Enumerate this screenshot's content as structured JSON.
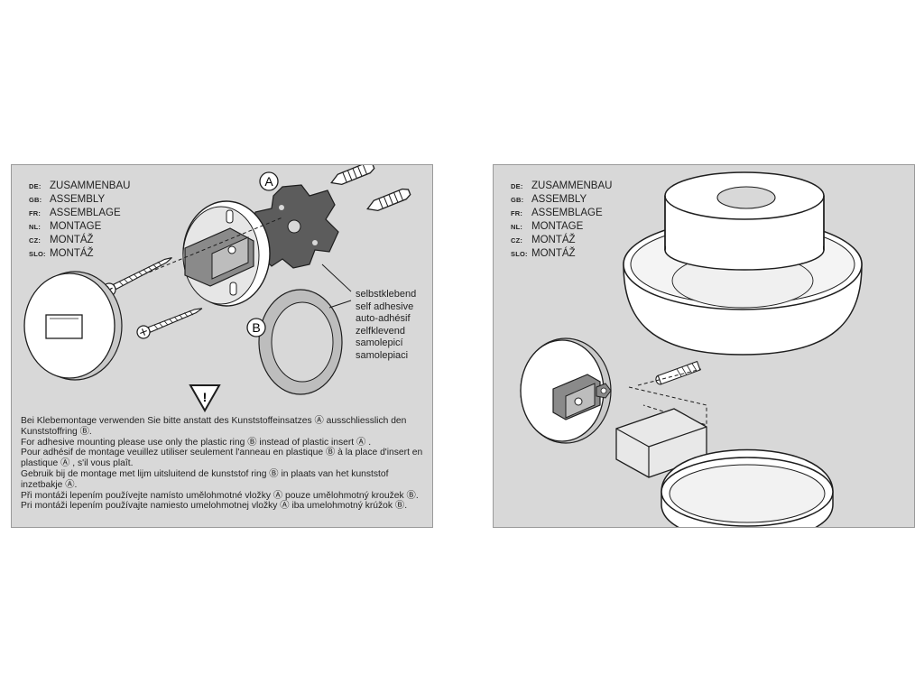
{
  "assembly_labels": [
    {
      "code": "DE:",
      "text": "ZUSAMMENBAU"
    },
    {
      "code": "GB:",
      "text": "ASSEMBLY"
    },
    {
      "code": "FR:",
      "text": "ASSEMBLAGE"
    },
    {
      "code": "NL:",
      "text": "MONTAGE"
    },
    {
      "code": "CZ:",
      "text": "MONTÁŽ"
    },
    {
      "code": "SLO:",
      "text": "MONTÁŽ"
    }
  ],
  "parts": {
    "a": "A",
    "b": "B"
  },
  "warning_symbol": "!",
  "adhesive_labels": [
    "selbstklebend",
    "self adhesive",
    "auto-adhésif",
    "zelfklevend",
    "samolepicí",
    "samolepiaci"
  ],
  "instructions": [
    "Bei Klebemontage verwenden Sie bitte anstatt des Kunststoffeinsatzes Ⓐ ausschliesslich den Kunststoffring Ⓑ.",
    "For adhesive mounting please use only the plastic ring Ⓑ instead of plastic insert Ⓐ .",
    "Pour adhésif de montage veuillez utiliser seulement l'anneau en plastique Ⓑ à la place d'insert en plastique Ⓐ , s'il vous plaît.",
    "Gebruik bij de montage met lijm uitsluitend de kunststof ring Ⓑ in plaats van het kunststof inzetbakje Ⓐ.",
    "Při montáži lepením používejte namísto umělohmotné vložky Ⓐ pouze umělohmotný kroužek Ⓑ.",
    "Pri montáži lepením používajte namiesto umelohmotnej vložky Ⓐ iba umelohmotný krúžok Ⓑ."
  ],
  "icons": [
    "screw-icon",
    "wall-plug-icon",
    "warning-triangle-icon"
  ],
  "colors": {
    "panel": "#d8d8d8",
    "border": "#9a9a9a",
    "line": "#1e1e1e",
    "ring": "#bdbdbd"
  }
}
